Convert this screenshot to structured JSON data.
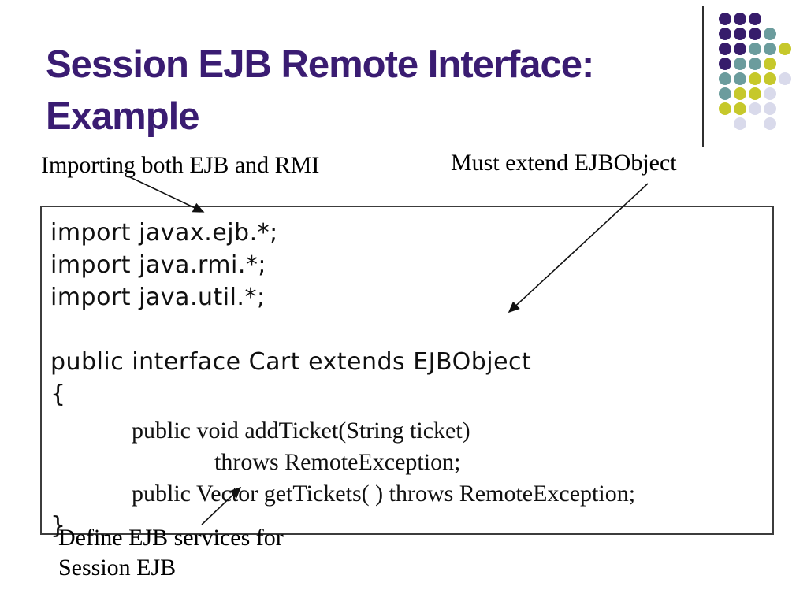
{
  "slide": {
    "title": "Session EJB Remote Interface: Example",
    "title_lines": [
      "Session EJB Remote Interface:",
      "Example"
    ],
    "title_color": "#3A1C72"
  },
  "annotations": {
    "top_left": "Importing both EJB and RMI",
    "top_right": "Must extend EJBObject",
    "bottom_lines": [
      "Define EJB services for",
      "Session EJB"
    ]
  },
  "code": {
    "lines": [
      {
        "text": "import javax.ejb.*;",
        "style": "casual",
        "indent": 0
      },
      {
        "text": "import java.rmi.*;",
        "style": "casual",
        "indent": 0
      },
      {
        "text": "import java.util.*;",
        "style": "casual",
        "indent": 0
      },
      {
        "text": "",
        "style": "casual",
        "indent": 0
      },
      {
        "text": "public interface Cart extends EJBObject",
        "style": "casual",
        "indent": 0
      },
      {
        "text": "{",
        "style": "casual",
        "indent": 0
      },
      {
        "text": "public void addTicket(String ticket)",
        "style": "serif",
        "indent": 1
      },
      {
        "text": "throws RemoteException;",
        "style": "serif",
        "indent": 2
      },
      {
        "text": "public Vector getTickets( ) throws RemoteException;",
        "style": "serif",
        "indent": 1
      },
      {
        "text": "}",
        "style": "casual",
        "indent": 0
      }
    ]
  },
  "decor": {
    "dot_colors": {
      "P": "#371C6B",
      "T": "#6B9C9D",
      "Y": "#C6C82B",
      "L": "#D9DAEB"
    },
    "dot_rows": [
      "PPP..",
      "PPPT.",
      "PPTTY",
      "PTTY.",
      "TTYYL",
      "TYYL.",
      "YYLL.",
      ".L.L."
    ],
    "arrow_color": "#111111"
  }
}
